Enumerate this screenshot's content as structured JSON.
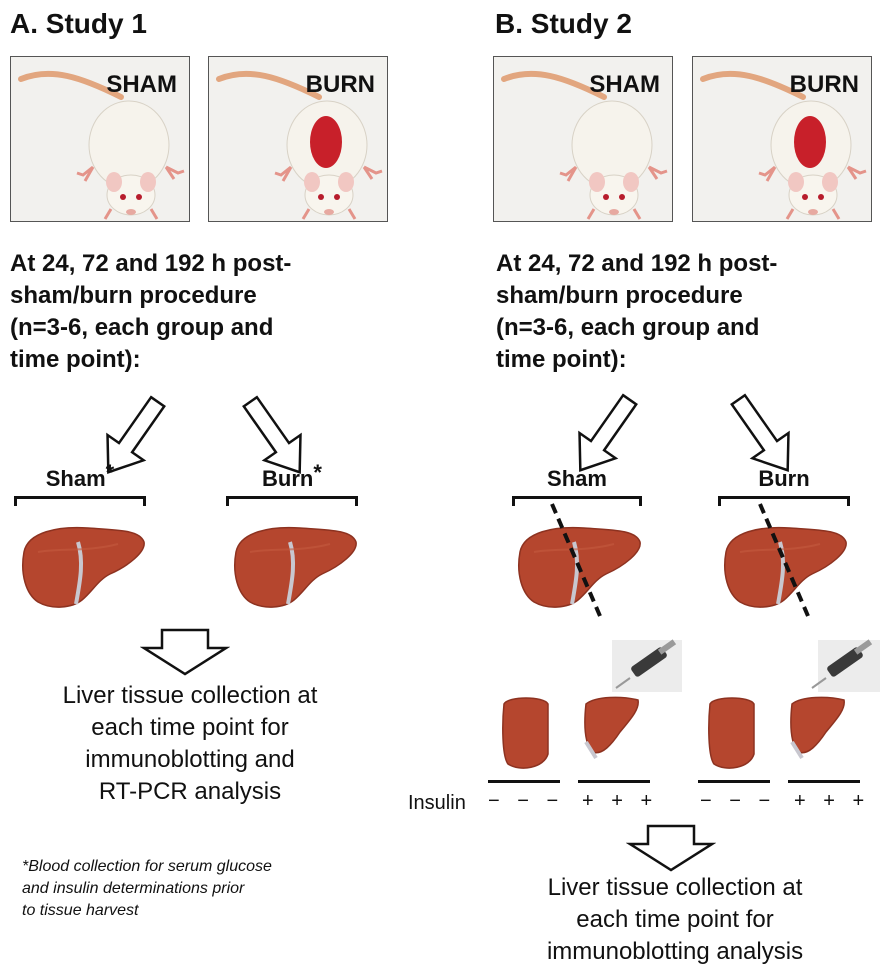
{
  "study1": {
    "title": "A. Study 1",
    "panel_sham": "SHAM",
    "panel_burn": "BURN",
    "procedure_text": "At 24, 72 and 192 h post-\nsham/burn procedure\n(n=3-6, each group and\ntime point):",
    "group_sham": "Sham",
    "group_burn": "Burn",
    "asterisk": "*",
    "result_text": "Liver tissue collection at\neach time point for\nimmunoblotting and\nRT-PCR analysis",
    "footnote": "*Blood collection for serum glucose\nand insulin determinations prior\nto tissue harvest"
  },
  "study2": {
    "title": "B. Study 2",
    "panel_sham": "SHAM",
    "panel_burn": "BURN",
    "procedure_text": "At 24, 72 and 192 h post-\nsham/burn procedure\n(n=3-6, each group and\ntime point):",
    "group_sham": "Sham",
    "group_burn": "Burn",
    "insulin_label": "Insulin",
    "insulin_minus": "− − −",
    "insulin_plus": "+ + +",
    "result_text": "Liver tissue collection at\neach time point for\nimmunoblotting analysis"
  },
  "colors": {
    "burn_mark": "#c8202a",
    "liver": "#b5462e",
    "rat_body": "#f4f1ea",
    "tail": "#e7b08a"
  }
}
